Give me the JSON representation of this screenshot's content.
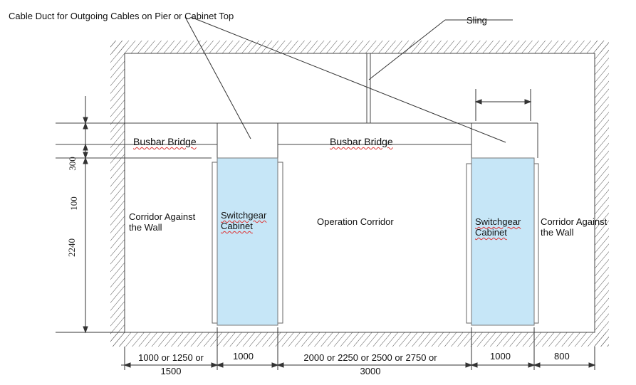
{
  "labels": {
    "cable_duct": "Cable Duct for Outgoing Cables on Pier or Cabinet Top",
    "sling": "Sling",
    "busbar_bridge_left": "Busbar Bridge",
    "busbar_bridge_center": "Busbar Bridge",
    "corridor_left": "Corridor Against the Wall",
    "switchgear_left": "Switchgear Cabinet",
    "operation_corridor": "Operation Corridor",
    "switchgear_right": "Switchgear Cabinet",
    "corridor_right": "Corridor Against the Wall"
  },
  "dimensions": {
    "vertical": [
      "300",
      "100",
      "2240"
    ],
    "bottom": [
      "1000 or 1250 or 1500",
      "1000",
      "2000 or 2250 or 2500 or 2750 or 3000",
      "1000",
      "800"
    ]
  },
  "colors": {
    "cabinet_fill": "#c6e6f7"
  }
}
